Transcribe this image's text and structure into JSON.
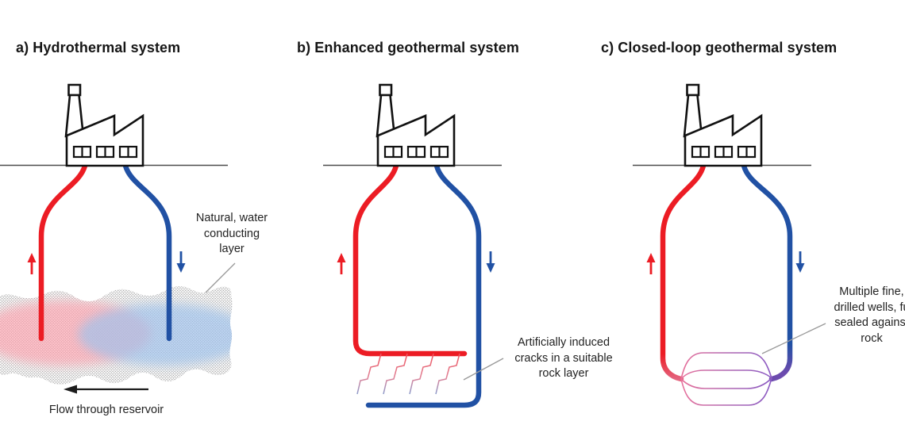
{
  "figure": {
    "description": "Three-panel diagram comparing geothermal energy systems",
    "panel_a": {
      "title": "a) Hydrothermal system",
      "reservoir_label_lines": [
        "Natural, water",
        "conducting",
        "layer"
      ],
      "flow_label": "Flow through reservoir"
    },
    "panel_b": {
      "title": "b) Enhanced geothermal system",
      "cracks_label_lines": [
        "Artificially induced",
        "cracks in a suitable",
        "rock layer"
      ]
    },
    "panel_c": {
      "title": "c) Closed-loop geothermal system",
      "wells_label_lines": [
        "Multiple fine,",
        "drilled wells, fu",
        "sealed against",
        "rock"
      ]
    }
  },
  "icons": {
    "factory": "factory-icon",
    "hot_flow": "up-arrow-icon",
    "cold_flow": "down-arrow-icon",
    "reservoir_flow": "left-arrow-icon"
  },
  "colors": {
    "hot_pipe": "#EC1C24",
    "cold_pipe": "#2151A4",
    "purple_transition": "#6C4BAE",
    "crack_top_pink": "#F0545E",
    "crack_bottom_blue": "#7E9ED2",
    "loop_pink": "#E8719B",
    "loop_purple": "#8A5BC4",
    "ground_line": "#4D4D4D",
    "pointer_line": "#999999",
    "reservoir_dots": "#A3A3A3",
    "hot_plume": "#FF9FAC",
    "cold_plume": "#9FC2EC",
    "outline_black": "#111111"
  }
}
